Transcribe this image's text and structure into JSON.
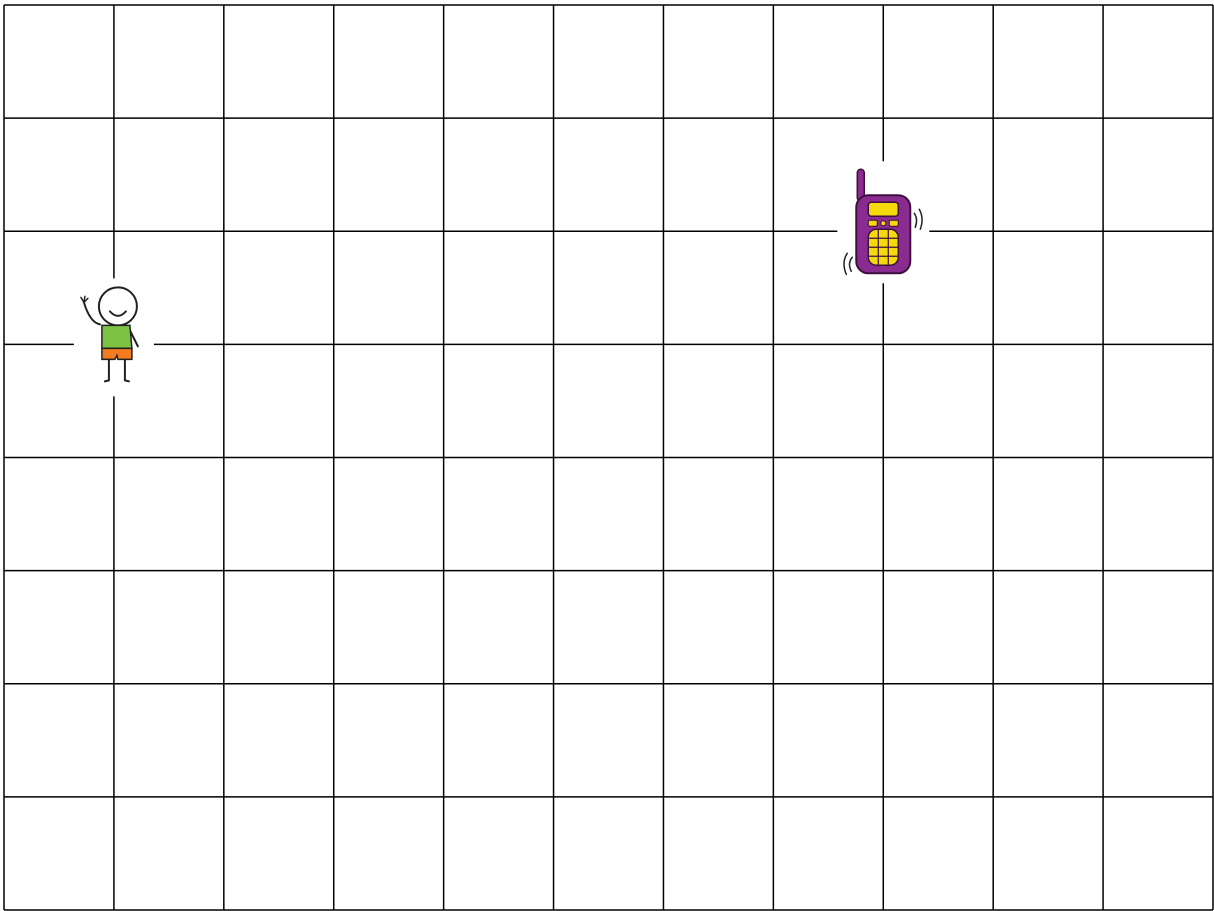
{
  "grid": {
    "columns": 11,
    "rows": 8,
    "line_color": "#000000"
  },
  "markers": [
    {
      "name": "child",
      "icon": "child-figure-icon",
      "grid_column": 1,
      "grid_row": 3,
      "colors": {
        "shirt": "#7dc242",
        "shorts": "#f47b20",
        "outline": "#222222"
      }
    },
    {
      "name": "mobile-phone",
      "icon": "mobile-phone-icon",
      "grid_column": 8,
      "grid_row": 2,
      "colors": {
        "body": "#8a2b8f",
        "screen": "#f5d90a",
        "keypad": "#f5d90a",
        "outline": "#3d1040"
      }
    }
  ]
}
